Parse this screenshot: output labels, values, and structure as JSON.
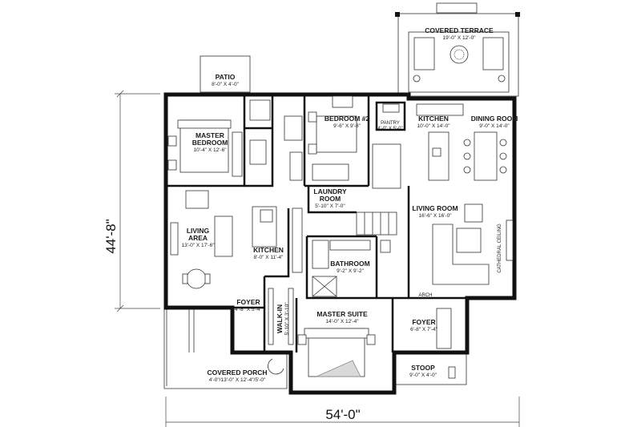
{
  "colors": {
    "ink": "#111111",
    "paper": "#ffffff",
    "exterior": "#d9d9d9"
  },
  "dimensions": {
    "height": "44'-8\"",
    "width": "54'-0\""
  },
  "rooms": {
    "covered_terrace": {
      "name": "COVERED TERRACE",
      "size": "19'-0\" X 12'-0\""
    },
    "patio": {
      "name": "PATIO",
      "size": "8'-0\" X 4'-0\""
    },
    "master_bedroom": {
      "name_l1": "MASTER",
      "name_l2": "BEDROOM",
      "size": "10'-4\" X 12'-6\""
    },
    "kitchen_left": {
      "name": "KITCHEN",
      "size": "8'-0\" X 11'-4\""
    },
    "bedroom2": {
      "name": "BEDROOM #2",
      "size": "9'-6\" X 9'-8\""
    },
    "pantry": {
      "name": "PANTRY",
      "size": "4'-0\" X 5'-0\""
    },
    "kitchen_right": {
      "name": "KITCHEN",
      "size": "10'-0\" X 14'-0\""
    },
    "dining": {
      "name": "DINING ROOM",
      "size": "9'-0\" X 14'-0\""
    },
    "laundry": {
      "name_l1": "LAUNDRY",
      "name_l2": "ROOM",
      "size": "5'-10\" X 7'-0\""
    },
    "living_right": {
      "name": "LIVING ROOM",
      "size": "16'-6\" X 16'-0\""
    },
    "living_area": {
      "name_l1": "LIVING",
      "name_l2": "AREA",
      "size": "13'-0\" X 17'-6\""
    },
    "bathroom": {
      "name": "BATHROOM",
      "size": "9'-2\" X 9'-2\""
    },
    "foyer_left": {
      "name": "FOYER",
      "size": "4'-8\" X 5'-4\""
    },
    "walkin": {
      "name": "WALK-IN",
      "size": "5'-10\" X 3'-10\""
    },
    "master_suite": {
      "name": "MASTER SUITE",
      "size": "14'-0\" X 12'-4\""
    },
    "foyer_right": {
      "name": "FOYER",
      "size": "6'-8\" X 7'-4\""
    },
    "covered_porch": {
      "name": "COVERED PORCH",
      "size": "4'-0\"/13'-0\" X 12'-4\"/5'-0\""
    },
    "stoop": {
      "name": "STOOP",
      "size": "9'-0\" X 4'-0\""
    }
  },
  "labels": {
    "arch": "ARCH",
    "cathedral": "CATHEDRAL CEILING"
  }
}
